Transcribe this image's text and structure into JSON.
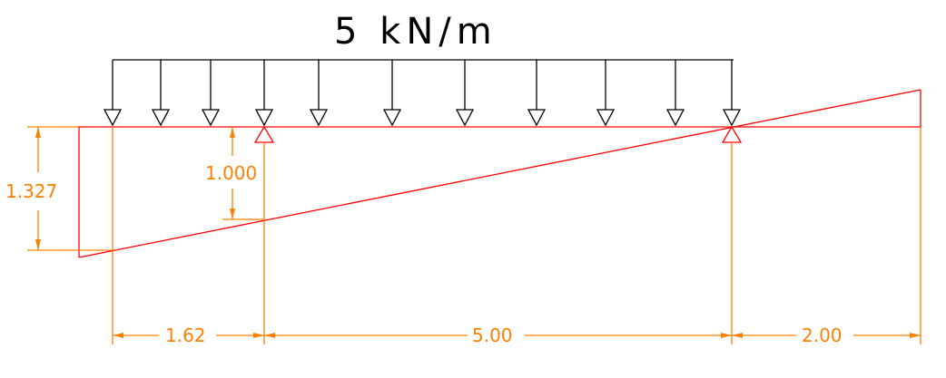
{
  "load_label": "5 kN/m",
  "colors": {
    "load": "#000000",
    "beam_and_line": "#ff0000",
    "dimensions": "#ff8000",
    "background": "#ffffff"
  },
  "dimensions": {
    "left_ordinate": "1.327",
    "ordinate_at_support": "1.000",
    "span_left_overhang": "1.62",
    "span_main": "5.00",
    "span_right_overhang": "2.00"
  },
  "supports": [
    "pin-support",
    "pin-support"
  ]
}
